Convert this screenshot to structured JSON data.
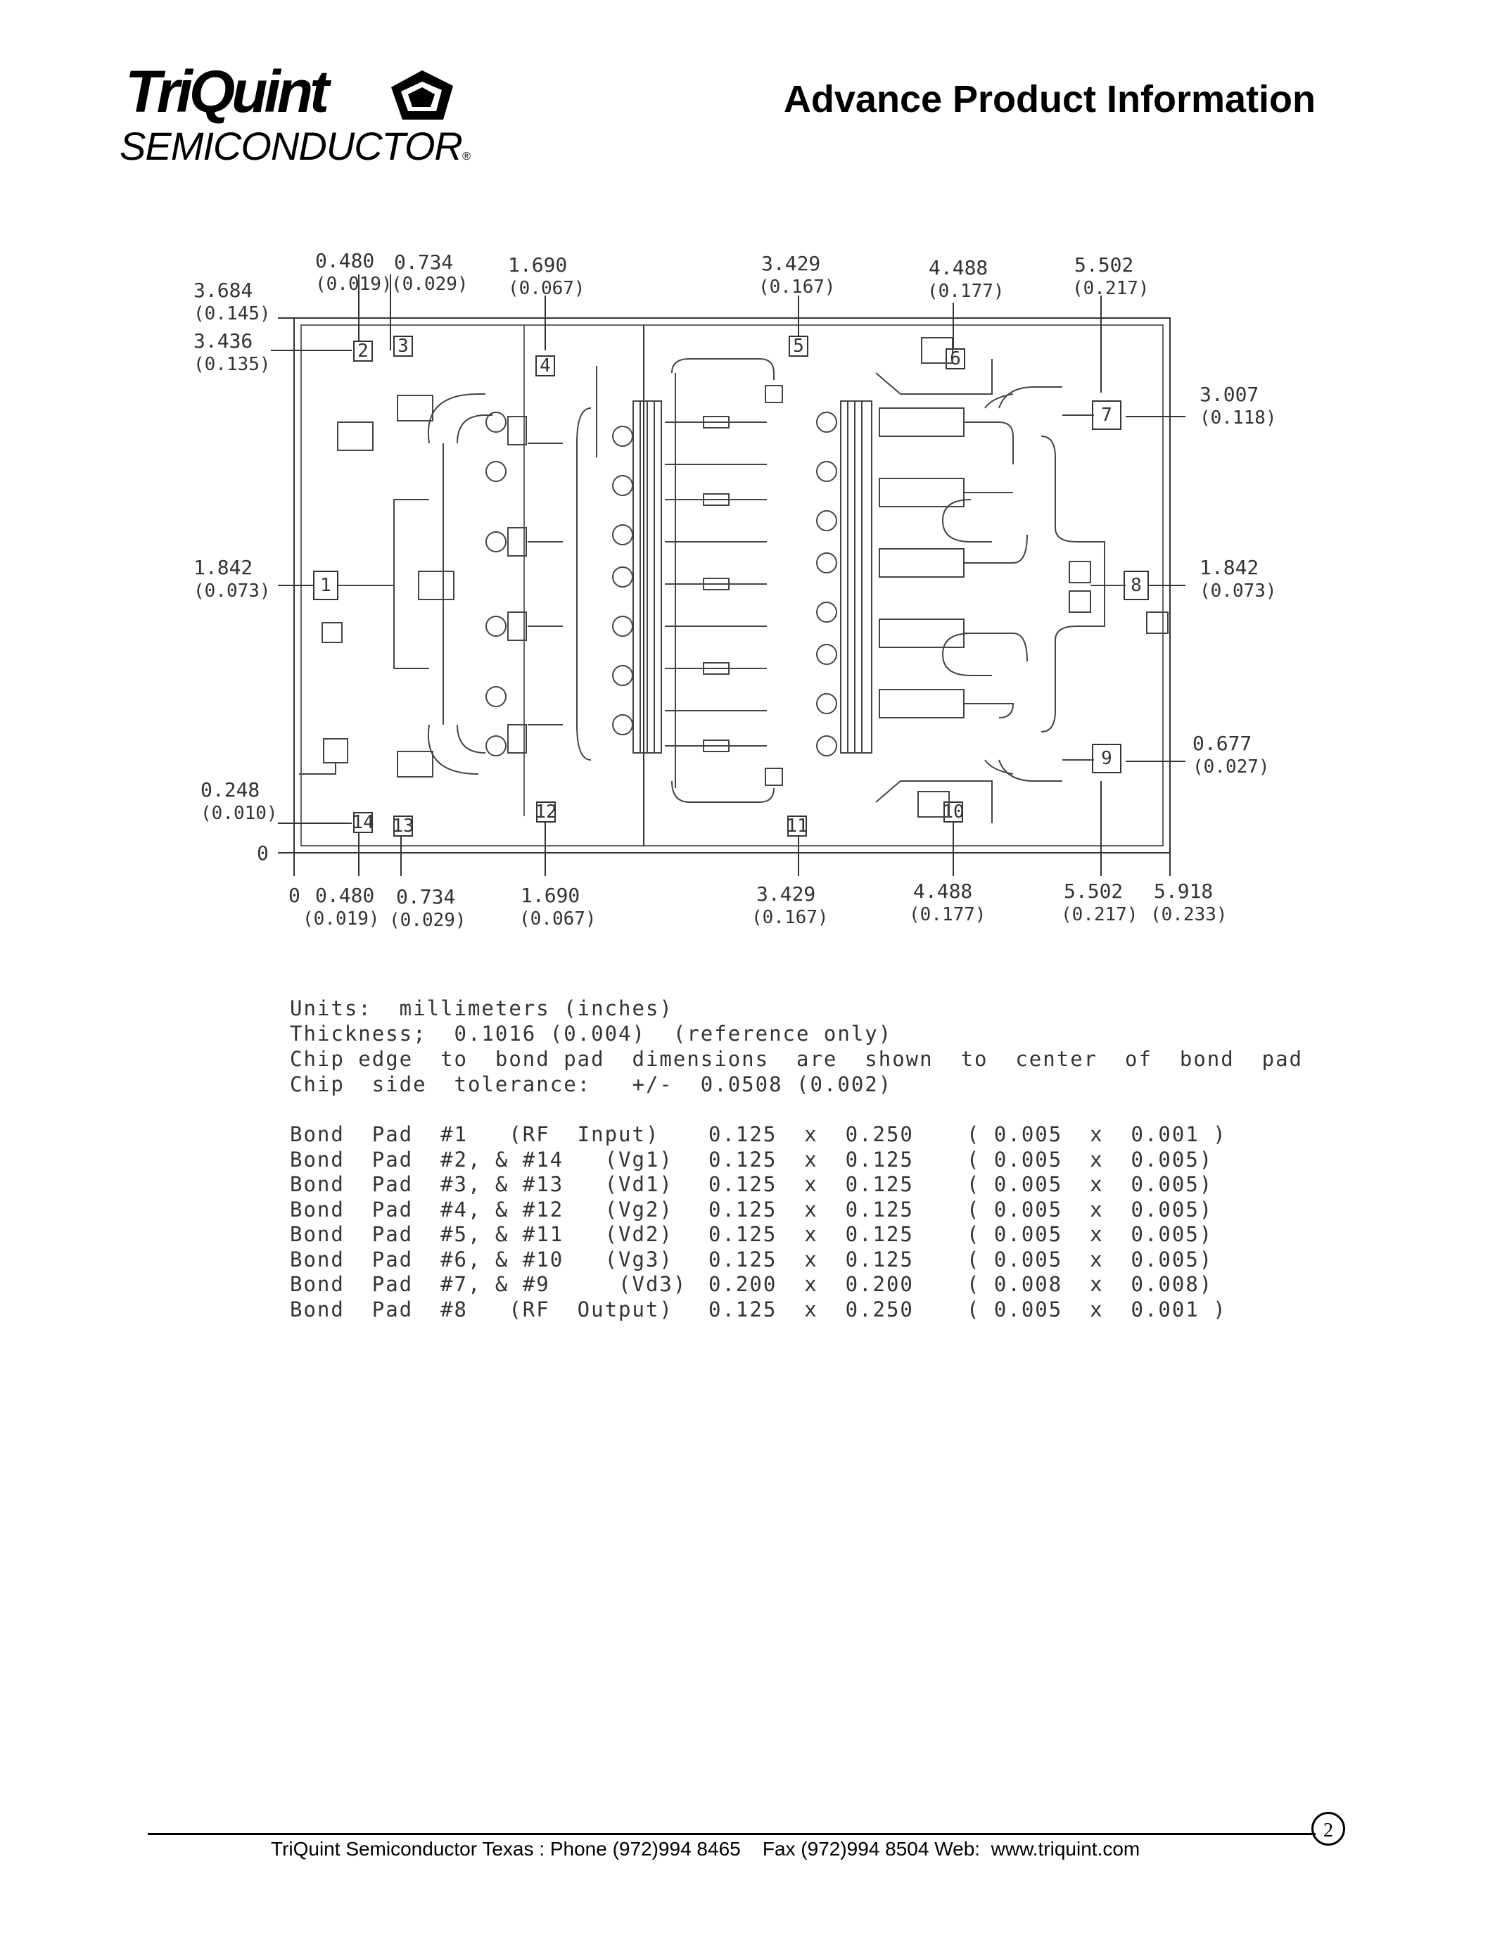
{
  "header": {
    "logo_top": "TriQuint",
    "logo_bottom": "SEMICONDUCTOR",
    "logo_reg": "®",
    "title": "Advance Product Information"
  },
  "drawing": {
    "dims_top": [
      {
        "mm": "0.480",
        "in": "(0.019)"
      },
      {
        "mm": "0.734",
        "in": "(0.029)"
      },
      {
        "mm": "1.690",
        "in": "(0.067)"
      },
      {
        "mm": "3.429",
        "in": "(0.167)"
      },
      {
        "mm": "4.488",
        "in": "(0.177)"
      },
      {
        "mm": "5.502",
        "in": "(0.217)"
      }
    ],
    "dims_left": [
      {
        "mm": "3.684",
        "in": "(0.145)"
      },
      {
        "mm": "3.436",
        "in": "(0.135)"
      },
      {
        "mm": "1.842",
        "in": "(0.073)"
      },
      {
        "mm": "0.248",
        "in": "(0.010)"
      },
      {
        "mm": "0",
        "in": ""
      }
    ],
    "dims_right": [
      {
        "mm": "3.007",
        "in": "(0.118)"
      },
      {
        "mm": "1.842",
        "in": "(0.073)"
      },
      {
        "mm": "0.677",
        "in": "(0.027)"
      }
    ],
    "dims_bottom": [
      {
        "mm": "0",
        "in": ""
      },
      {
        "mm": "0.480",
        "in": "(0.019)"
      },
      {
        "mm": "0.734",
        "in": "(0.029)"
      },
      {
        "mm": "1.690",
        "in": "(0.067)"
      },
      {
        "mm": "3.429",
        "in": "(0.167)"
      },
      {
        "mm": "4.488",
        "in": "(0.177)"
      },
      {
        "mm": "5.502",
        "in": "(0.217)"
      },
      {
        "mm": "5.918",
        "in": "(0.233)"
      }
    ],
    "pad_labels": [
      "1",
      "2",
      "3",
      "4",
      "5",
      "6",
      "7",
      "8",
      "9",
      "10",
      "11",
      "12",
      "13",
      "14"
    ]
  },
  "notes": [
    "Units:  millimeters (inches)",
    "Thickness;  0.1016 (0.004)  (reference only)",
    "Chip edge  to  bond pad  dimensions  are  shown  to  center  of  bond  pad",
    "Chip  side  tolerance:   +/-  0.0508 (0.002)"
  ],
  "bond_pads": [
    {
      "name": "Bond  Pad  #1   (RF  Input)",
      "mm": "0.125  x  0.250",
      "in": "( 0.005  x  0.001 )"
    },
    {
      "name": "Bond  Pad  #2, & #14   (Vg1)",
      "mm": "0.125  x  0.125",
      "in": "( 0.005  x  0.005)"
    },
    {
      "name": "Bond  Pad  #3, & #13   (Vd1)",
      "mm": "0.125  x  0.125",
      "in": "( 0.005  x  0.005)"
    },
    {
      "name": "Bond  Pad  #4, & #12   (Vg2)",
      "mm": "0.125  x  0.125",
      "in": "( 0.005  x  0.005)"
    },
    {
      "name": "Bond  Pad  #5, & #11   (Vd2)",
      "mm": "0.125  x  0.125",
      "in": "( 0.005  x  0.005)"
    },
    {
      "name": "Bond  Pad  #6, & #10   (Vg3)",
      "mm": "0.125  x  0.125",
      "in": "( 0.005  x  0.005)"
    },
    {
      "name": "Bond  Pad  #7, & #9     (Vd3)",
      "mm": "0.200  x  0.200",
      "in": "( 0.008  x  0.008)"
    },
    {
      "name": "Bond  Pad  #8   (RF  Output)",
      "mm": "0.125  x  0.250",
      "in": "( 0.005  x  0.001 )"
    }
  ],
  "footer": {
    "text": "TriQuint Semiconductor Texas : Phone (972)994 8465    Fax (972)994 8504 Web:  www.triquint.com",
    "page_number": "2"
  }
}
